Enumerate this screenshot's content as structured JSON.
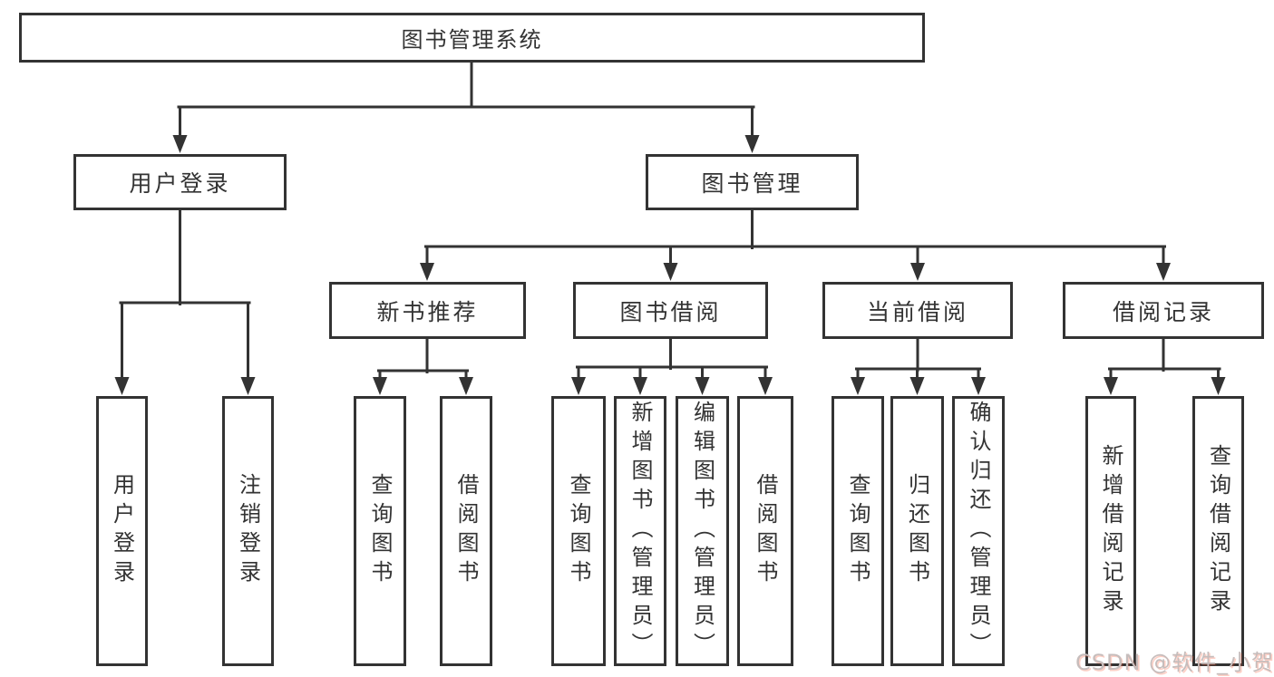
{
  "diagram": {
    "root": "图书管理系统",
    "level2": {
      "user_login": "用户登录",
      "book_management": "图书管理"
    },
    "level3": {
      "new_book_recommend": "新书推荐",
      "book_borrow": "图书借阅",
      "current_borrow": "当前借阅",
      "borrow_record": "借阅记录"
    },
    "leaves": {
      "login": "用户登录",
      "logout": "注销登录",
      "recommend_query_book": "查询图书",
      "recommend_borrow_book": "借阅图书",
      "borrow_query_book": "查询图书",
      "borrow_add_book": "新增图书（管理员）",
      "borrow_edit_book": "编辑图书（管理员）",
      "borrow_borrow_book": "借阅图书",
      "current_query_book": "查询图书",
      "current_return_book": "归还图书",
      "current_confirm_return": "确认归还（管理员）",
      "record_add": "新增借阅记录",
      "record_query": "查询借阅记录"
    }
  },
  "watermark": {
    "text": "CSDN @软件_小贺同学"
  },
  "colors": {
    "line": "#333333",
    "box_border": "#333333",
    "box_fill": "#ffffff",
    "text": "#333333",
    "watermark_gray": "#c6bdbc",
    "watermark_red_tint": "#fc5531"
  }
}
